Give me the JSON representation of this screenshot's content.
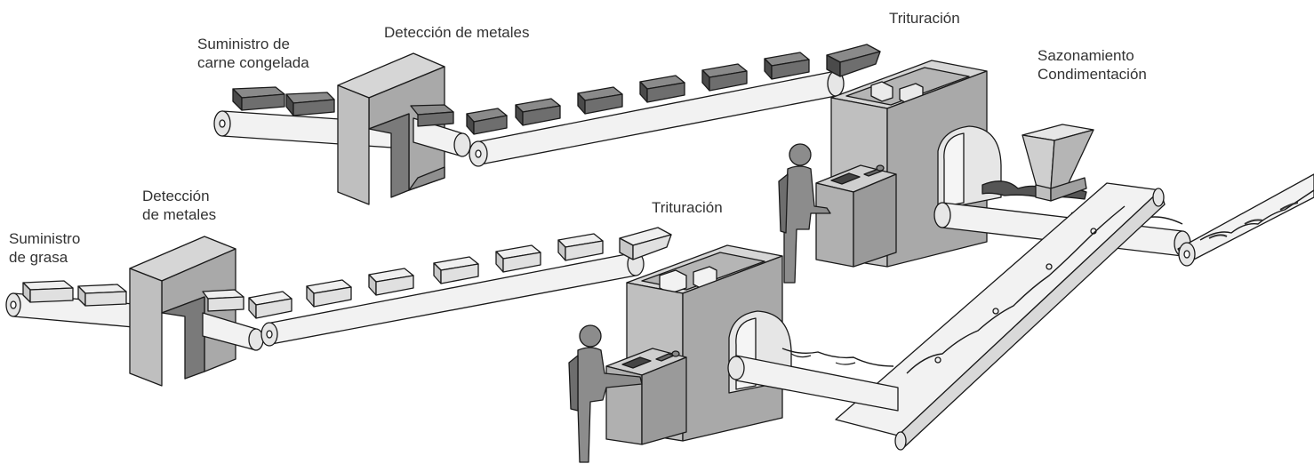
{
  "labels": {
    "frozen_meat_supply": [
      "Suministro de",
      "carne congelada"
    ],
    "metal_detection_top": "Detección de metales",
    "grinding_top": "Trituración",
    "seasoning": [
      "Sazonamiento",
      "Condimentación"
    ],
    "metal_detection_bottom": [
      "Detección",
      "de metales"
    ],
    "fat_supply": [
      "Suministro",
      "de grasa"
    ],
    "grinding_bottom": "Trituración"
  },
  "colors": {
    "outline": "#1a1a1a",
    "frozen_meat_block": "#6e6e6e",
    "fat_block": "#e0e0e0",
    "machine_light": "#d6d6d6",
    "machine_dark": "#a9a9a9",
    "conveyor": "#f2f2f2",
    "operator": "#8c8c8c",
    "text": "#333333"
  },
  "icons": [
    "frozen-meat-block-icon",
    "fat-block-icon",
    "metal-detector-icon",
    "grinder-icon",
    "hopper-icon",
    "operator-icon",
    "control-panel-icon"
  ]
}
